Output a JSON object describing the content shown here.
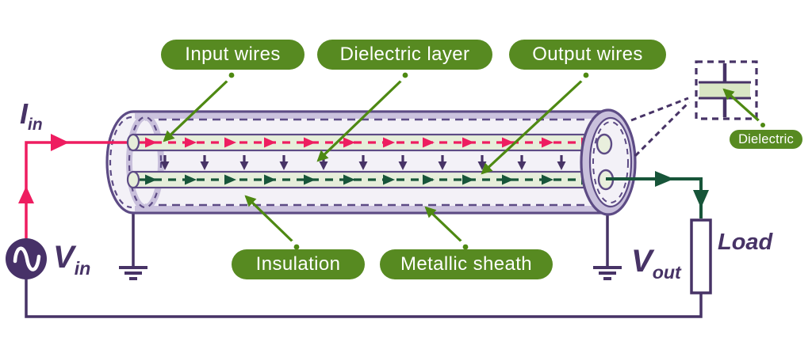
{
  "badges": {
    "input_wires": "Input wires",
    "dielectric_layer": "Dielectric layer",
    "output_wires": "Output wires",
    "insulation": "Insulation",
    "metallic_sheath": "Metallic sheath",
    "dielectric": "Dielectric"
  },
  "signals": {
    "i_in": {
      "base": "I",
      "sub": "in"
    },
    "v_in": {
      "base": "V",
      "sub": "in"
    },
    "v_out": {
      "base": "V",
      "sub": "out"
    },
    "load": "Load"
  },
  "icons": {
    "ac_source": "sine-wave-icon",
    "ground_left": "ground-icon",
    "ground_right": "ground-icon",
    "leader_marker": "ring-dot-icon"
  },
  "colors": {
    "badge_green": "#578a21",
    "leader_green": "#4e8912",
    "signal_crimson": "#ee1d60",
    "signal_dark_green": "#175539",
    "circuit_purple": "#473366",
    "cable_outline_purple": "#5d4b85",
    "cable_rim_lavender": "#c9c0dc",
    "cable_fill": "#f3f1f7",
    "wire_fill": "#e6eeda",
    "dielectric_band_fill": "#d9e6c4"
  }
}
